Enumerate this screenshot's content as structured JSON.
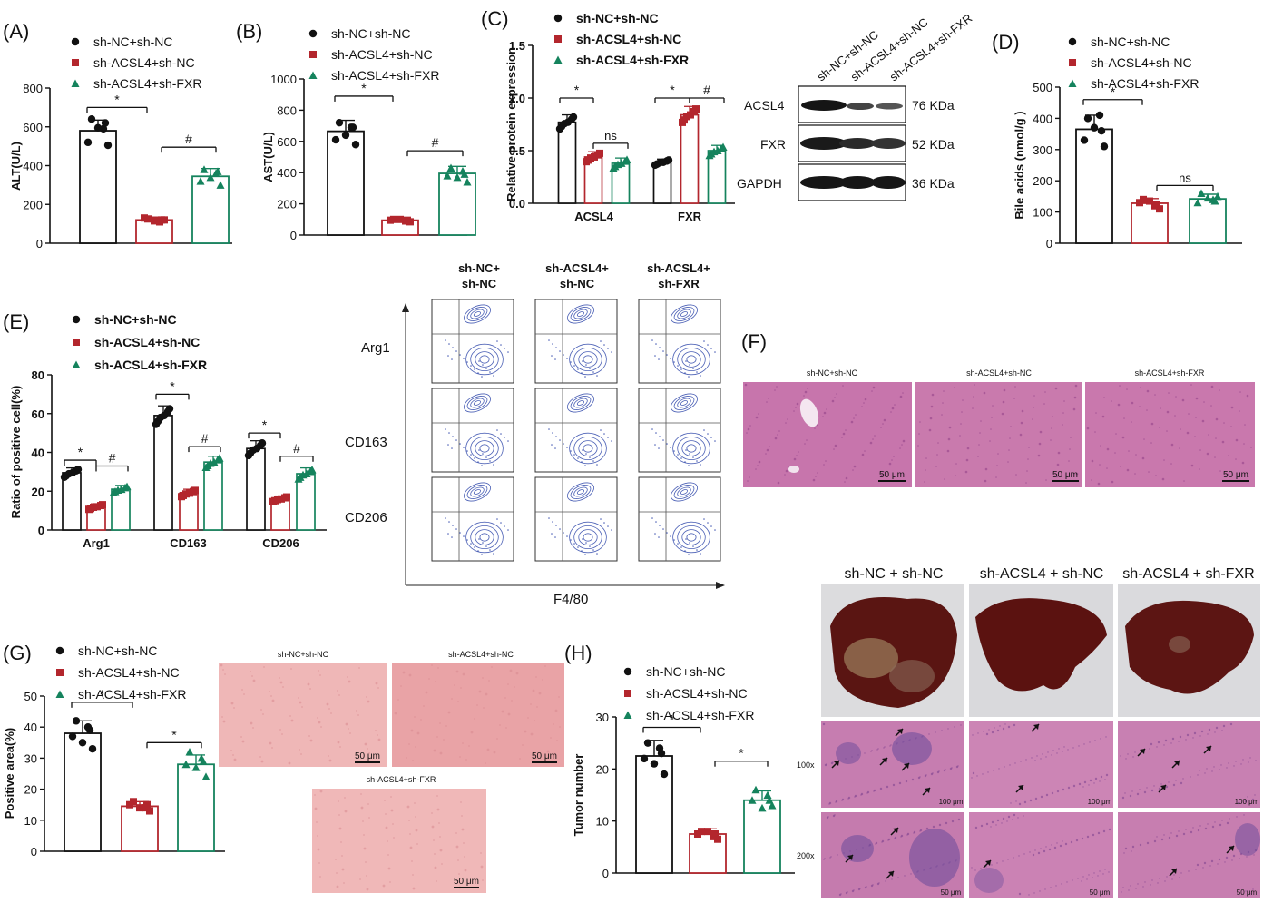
{
  "colors": {
    "black": "#111111",
    "red": "#b3262d",
    "green": "#15835d",
    "tissue": "#c46fa8",
    "oil": "#e8a9aa",
    "liver": "#5a1512",
    "contour": "#4a5fb5"
  },
  "panel_labels": [
    "(A)",
    "(B)",
    "(C)",
    "(D)",
    "(E)",
    "(F)",
    "(G)",
    "(H)"
  ],
  "legend": [
    "sh-NC+sh-NC",
    "sh-ACSL4+sh-NC",
    "sh-ACSL4+sh-FXR"
  ],
  "chart_data": [
    {
      "id": "A",
      "type": "bar",
      "ylabel": "ALT(U/L)",
      "ylim": [
        0,
        800
      ],
      "yticks": [
        0,
        200,
        400,
        600,
        800
      ],
      "categories": [
        "sh-NC+sh-NC",
        "sh-ACSL4+sh-NC",
        "sh-ACSL4+sh-FXR"
      ],
      "values": [
        580,
        120,
        345
      ],
      "errors": [
        55,
        15,
        40
      ],
      "points": [
        [
          640,
          590,
          520,
          505,
          595,
          620
        ],
        [
          125,
          110,
          130,
          120,
          115,
          120
        ],
        [
          380,
          360,
          320,
          300,
          340,
          370
        ]
      ],
      "sig": [
        {
          "from": 0,
          "to": 1,
          "label": "*",
          "y": 700
        },
        {
          "from": 1,
          "to": 2,
          "label": "#",
          "y": 495
        }
      ]
    },
    {
      "id": "B",
      "type": "bar",
      "ylabel": "AST(U/L)",
      "ylim": [
        0,
        1000
      ],
      "yticks": [
        0,
        200,
        400,
        600,
        800,
        1000
      ],
      "categories": [
        "sh-NC+sh-NC",
        "sh-ACSL4+sh-NC",
        "sh-ACSL4+sh-FXR"
      ],
      "values": [
        665,
        95,
        395
      ],
      "errors": [
        70,
        10,
        45
      ],
      "points": [
        [
          720,
          690,
          610,
          580,
          640,
          690
        ],
        [
          100,
          90,
          95,
          85,
          100,
          95
        ],
        [
          430,
          410,
          380,
          340,
          370,
          390
        ]
      ],
      "sig": [
        {
          "from": 0,
          "to": 1,
          "label": "*",
          "y": 890
        },
        {
          "from": 1,
          "to": 2,
          "label": "#",
          "y": 540
        }
      ]
    },
    {
      "id": "C",
      "type": "bar",
      "ylabel": "Relative protein expression",
      "ylim": [
        0,
        1.5
      ],
      "yticks": [
        0.0,
        0.5,
        1.0,
        1.5
      ],
      "categories": [
        "ACSL4",
        "FXR"
      ],
      "series": [
        {
          "name": "sh-NC+sh-NC",
          "values": [
            0.77,
            0.39
          ],
          "errors": [
            0.07,
            0.03
          ]
        },
        {
          "name": "sh-ACSL4+sh-NC",
          "values": [
            0.44,
            0.84
          ],
          "errors": [
            0.05,
            0.08
          ]
        },
        {
          "name": "sh-ACSL4+sh-FXR",
          "values": [
            0.38,
            0.5
          ],
          "errors": [
            0.05,
            0.05
          ]
        }
      ],
      "sig": [
        {
          "cat": 0,
          "from": 0,
          "to": 1,
          "label": "*",
          "y": 1.0
        },
        {
          "cat": 0,
          "from": 1,
          "to": 2,
          "label": "ns",
          "y": 0.57
        },
        {
          "cat": 1,
          "from": 0,
          "to": 1,
          "label": "*",
          "y": 1.0
        },
        {
          "cat": 1,
          "from": 1,
          "to": 2,
          "label": "#",
          "y": 1.0
        }
      ]
    },
    {
      "id": "D",
      "type": "bar",
      "ylabel": "Bile acids (nmol/g )",
      "ylim": [
        0,
        500
      ],
      "yticks": [
        0,
        100,
        200,
        300,
        400,
        500
      ],
      "categories": [
        "sh-NC+sh-NC",
        "sh-ACSL4+sh-NC",
        "sh-ACSL4+sh-FXR"
      ],
      "values": [
        365,
        128,
        142
      ],
      "errors": [
        45,
        15,
        15
      ],
      "points": [
        [
          400,
          410,
          330,
          310,
          370,
          360
        ],
        [
          140,
          120,
          130,
          110,
          135,
          125
        ],
        [
          160,
          140,
          130,
          150,
          145,
          135
        ]
      ],
      "sig": [
        {
          "from": 0,
          "to": 1,
          "label": "*",
          "y": 460
        },
        {
          "from": 1,
          "to": 2,
          "label": "ns",
          "y": 185
        }
      ]
    },
    {
      "id": "E",
      "type": "bar",
      "ylabel": "Ratio of positive cell(%)",
      "ylim": [
        0,
        80
      ],
      "yticks": [
        0,
        20,
        40,
        60,
        80
      ],
      "categories": [
        "Arg1",
        "CD163",
        "CD206"
      ],
      "series": [
        {
          "name": "sh-NC+sh-NC",
          "values": [
            29.5,
            59,
            42
          ],
          "errors": [
            2.5,
            5,
            4
          ]
        },
        {
          "name": "sh-ACSL4+sh-NC",
          "values": [
            12,
            19,
            16
          ],
          "errors": [
            1.5,
            2,
            1.5
          ]
        },
        {
          "name": "sh-ACSL4+sh-FXR",
          "values": [
            21,
            35,
            29
          ],
          "errors": [
            2,
            3,
            3
          ]
        }
      ],
      "sig": [
        {
          "cat": 0,
          "from": 0,
          "to": 1,
          "label": "*",
          "y": 36
        },
        {
          "cat": 0,
          "from": 1,
          "to": 2,
          "label": "#",
          "y": 33
        },
        {
          "cat": 1,
          "from": 0,
          "to": 1,
          "label": "*",
          "y": 70
        },
        {
          "cat": 1,
          "from": 1,
          "to": 2,
          "label": "#",
          "y": 43
        },
        {
          "cat": 2,
          "from": 0,
          "to": 1,
          "label": "*",
          "y": 50
        },
        {
          "cat": 2,
          "from": 1,
          "to": 2,
          "label": "#",
          "y": 38
        }
      ]
    },
    {
      "id": "G",
      "type": "bar",
      "ylabel": "Positive area(%)",
      "ylim": [
        0,
        50
      ],
      "yticks": [
        0,
        10,
        20,
        30,
        40,
        50
      ],
      "categories": [
        "sh-NC+sh-NC",
        "sh-ACSL4+sh-NC",
        "sh-ACSL4+sh-FXR"
      ],
      "values": [
        38,
        14.5,
        28
      ],
      "errors": [
        4,
        1.5,
        3
      ],
      "points": [
        [
          42,
          40,
          37,
          33,
          35,
          39
        ],
        [
          16,
          14,
          15,
          13,
          14,
          15
        ],
        [
          32,
          30,
          28,
          24,
          27,
          29
        ]
      ],
      "sig": [
        {
          "from": 0,
          "to": 1,
          "label": "*",
          "y": 48
        },
        {
          "from": 1,
          "to": 2,
          "label": "*",
          "y": 35
        }
      ]
    },
    {
      "id": "H",
      "type": "bar",
      "ylabel": "Tumor number",
      "ylim": [
        0,
        30
      ],
      "yticks": [
        0,
        10,
        20,
        30
      ],
      "categories": [
        "sh-NC+sh-NC",
        "sh-ACSL4+sh-NC",
        "sh-ACSL4+sh-FXR"
      ],
      "values": [
        22.5,
        7.5,
        14
      ],
      "errors": [
        3,
        1,
        1.8
      ],
      "points": [
        [
          25,
          24,
          22,
          19,
          21,
          23
        ],
        [
          8,
          7,
          7.5,
          6.5,
          8,
          7.5
        ],
        [
          16,
          15,
          14,
          13,
          12.5,
          14
        ]
      ],
      "sig": [
        {
          "from": 0,
          "to": 1,
          "label": "*",
          "y": 28
        },
        {
          "from": 1,
          "to": 2,
          "label": "*",
          "y": 21.5
        }
      ]
    }
  ],
  "western": {
    "lanes": [
      "sh-NC+sh-NC",
      "sh-ACSL4+sh-NC",
      "sh-ACSL4+sh-FXR"
    ],
    "bands": [
      {
        "name": "ACSL4",
        "kda": "76 KDa"
      },
      {
        "name": "FXR",
        "kda": "52 KDa"
      },
      {
        "name": "GAPDH",
        "kda": "36 KDa"
      }
    ]
  },
  "flow": {
    "cols": [
      "sh-NC+\nsh-NC",
      "sh-ACSL4+\nsh-NC",
      "sh-ACSL4+\nsh-FXR"
    ],
    "rows": [
      "Arg1",
      "CD163",
      "CD206"
    ],
    "xlabel": "F4/80"
  },
  "he": {
    "labels": [
      "sh-NC+sh-NC",
      "sh-ACSL4+sh-NC",
      "sh-ACSL4+sh-FXR"
    ],
    "scale": "50 μm"
  },
  "oil": {
    "labels": [
      "sh-NC+sh-NC",
      "sh-ACSL4+sh-NC",
      "sh-ACSL4+sh-FXR"
    ],
    "scale": "50 μm"
  },
  "tumor": {
    "headers": [
      "sh-NC + sh-NC",
      "sh-ACSL4 + sh-NC",
      "sh-ACSL4 + sh-FXR"
    ],
    "mags": [
      "100x",
      "200x"
    ],
    "scale100": "100 μm",
    "scale200": "50 μm"
  }
}
